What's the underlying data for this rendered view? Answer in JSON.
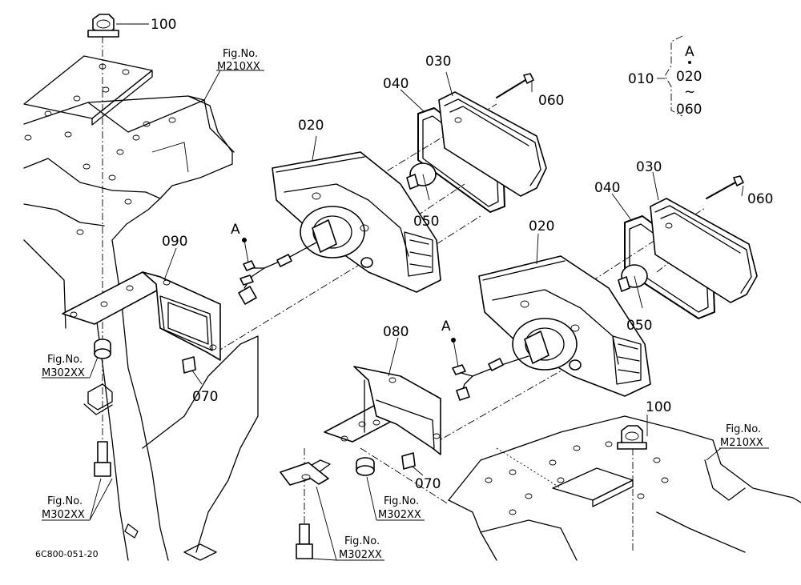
{
  "parts": {
    "p100_top": "100",
    "p100_right": "100",
    "p090": "090",
    "p080": "080",
    "p070_left": "070",
    "p070_right": "070",
    "p020_left": "020",
    "p020_right": "020",
    "p030_left": "030",
    "p030_right": "030",
    "p040_left": "040",
    "p040_right": "040",
    "p050_left": "050",
    "p050_right": "050",
    "p060_left": "060",
    "p060_right": "060",
    "connector_left": "A",
    "connector_right": "A"
  },
  "legend": {
    "assembly": "010",
    "from_label": "A",
    "from_part": "020",
    "tilde": "~",
    "to_part": "060"
  },
  "fig_refs": [
    {
      "title": "Fig.No.",
      "number": "M210XX"
    },
    {
      "title": "Fig.No.",
      "number": "M302XX"
    },
    {
      "title": "Fig.No.",
      "number": "M302XX"
    },
    {
      "title": "Fig.No.",
      "number": "M302XX"
    },
    {
      "title": "Fig.No.",
      "number": "M302XX"
    },
    {
      "title": "Fig.No.",
      "number": "M210XX"
    }
  ],
  "drawing_code": "6C800-051-20"
}
